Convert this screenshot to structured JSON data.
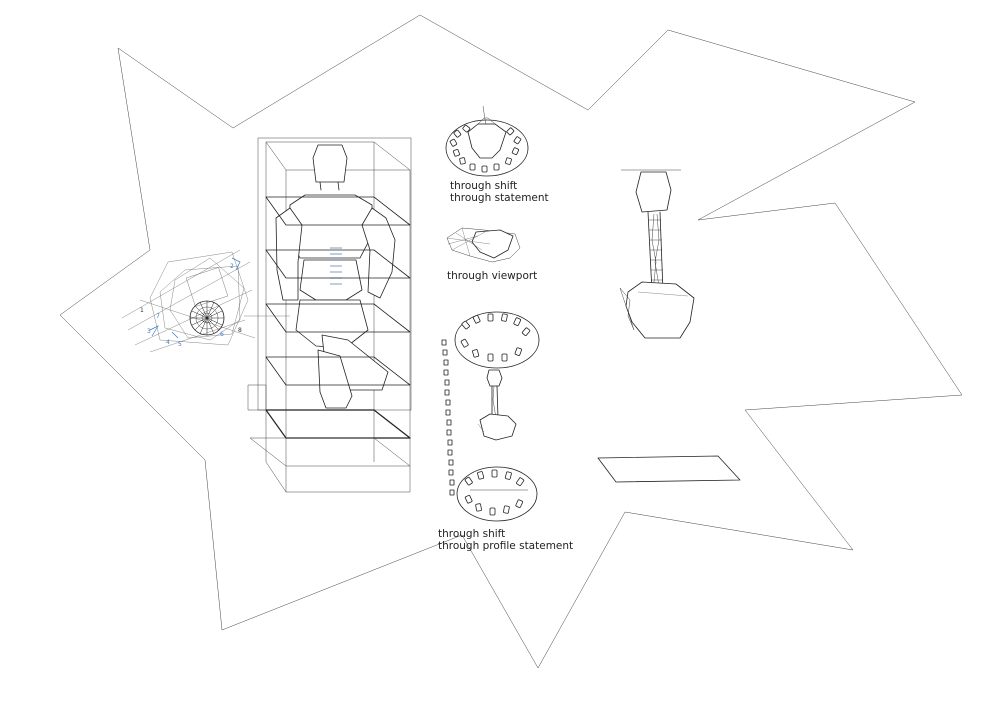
{
  "colors": {
    "line": "#222222",
    "background": "#ffffff",
    "annotation_blue": "#3b7fc4"
  },
  "captions": {
    "top_line1": "through shift",
    "top_line2": "through statement",
    "middle": "through viewport",
    "bottom_line1": "through shift",
    "bottom_line2": "through profile statement"
  },
  "annotations": [
    "3",
    "5",
    "4",
    "2",
    "6",
    "1",
    "8",
    "7"
  ]
}
